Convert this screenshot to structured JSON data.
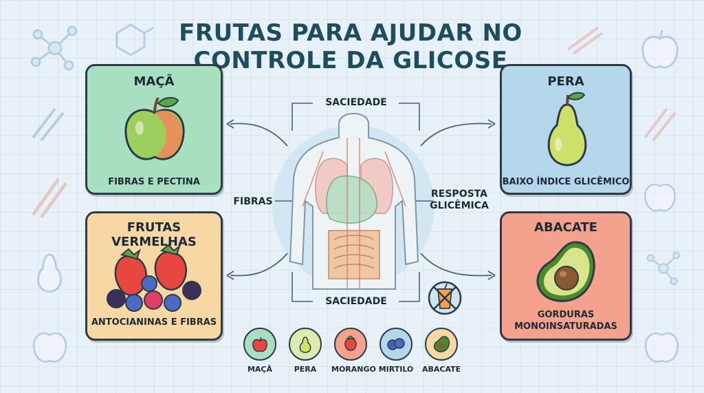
{
  "title": "FRUTAS PARA AJUDAR NO CONTROLE DA GLICOSE",
  "cards": {
    "apple": {
      "title": "MAÇÃ",
      "caption": "FIBRAS E PECTINA",
      "color": "#a9dfc1"
    },
    "pear": {
      "title": "PERA",
      "caption": "BAIXO ÍNDICE GLICÊMICO",
      "color": "#b5d7ec"
    },
    "berries": {
      "title": "FRUTAS VERMELHAS",
      "caption": "ANTOCIANINAS E FIBRAS",
      "color": "#f7d8a4"
    },
    "avocado": {
      "title": "ABACATE",
      "caption": "GORDURAS MONOINSATURADAS",
      "color": "#f4a28e"
    }
  },
  "center": {
    "top_label": "SACIEDADE",
    "bottom_label": "SACIEDADE",
    "left_label": "FIBRAS",
    "right_label": "RESPOSTA GLICÊMICA",
    "icon": "body-organs-icon",
    "no_soda_icon": "no-sugary-drink-icon"
  },
  "bottom_items": [
    {
      "label": "MAÇÃ",
      "icon": "apple-icon",
      "color": "#a9dfc1"
    },
    {
      "label": "PERA",
      "icon": "pear-icon",
      "color": "#dcebb0"
    },
    {
      "label": "MORANGO",
      "icon": "strawberry-icon",
      "color": "#f4a28e"
    },
    {
      "label": "MIRTILO",
      "icon": "blueberry-icon",
      "color": "#b5d7ec"
    },
    {
      "label": "ABACATE",
      "icon": "avocado-icon",
      "color": "#f7d8a4"
    }
  ]
}
